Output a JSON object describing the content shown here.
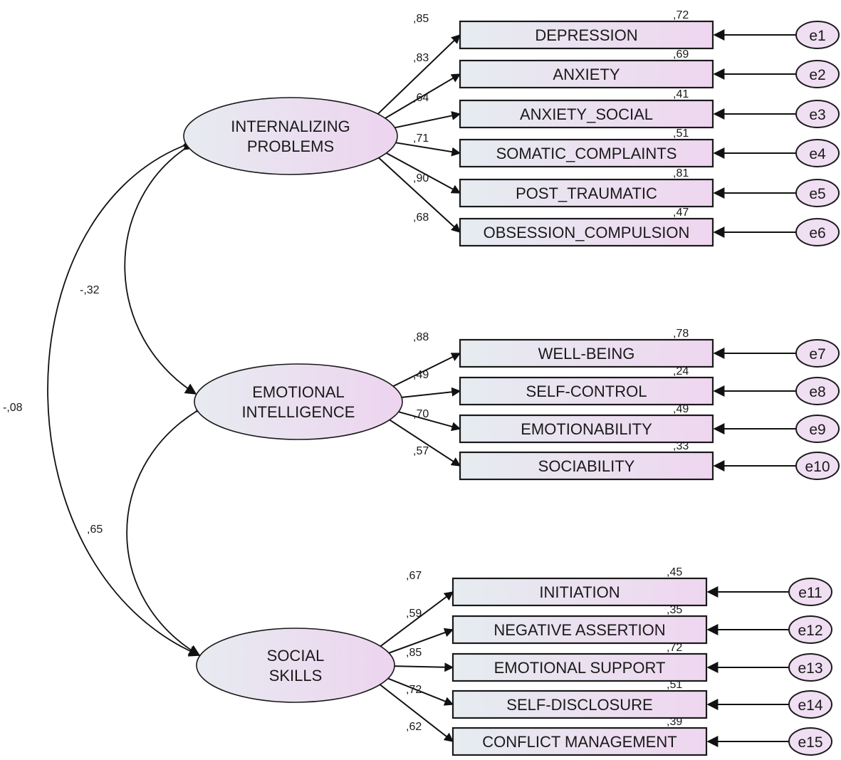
{
  "diagram": {
    "latents": [
      {
        "id": "internalizing",
        "lines": [
          "INTERNALIZING",
          "PROBLEMS"
        ]
      },
      {
        "id": "emotional",
        "lines": [
          "EMOTIONAL",
          "INTELLIGENCE"
        ]
      },
      {
        "id": "social",
        "lines": [
          "SOCIAL",
          "SKILLS"
        ]
      }
    ],
    "indicators": [
      {
        "label": "DEPRESSION",
        "latent": "internalizing",
        "loading": ",85",
        "r2": ",72",
        "error": "e1"
      },
      {
        "label": "ANXIETY",
        "latent": "internalizing",
        "loading": ",83",
        "r2": ",69",
        "error": "e2"
      },
      {
        "label": "ANXIETY_SOCIAL",
        "latent": "internalizing",
        "loading": ",64",
        "r2": ",41",
        "error": "e3"
      },
      {
        "label": "SOMATIC_COMPLAINTS",
        "latent": "internalizing",
        "loading": ",71",
        "r2": ",51",
        "error": "e4"
      },
      {
        "label": "POST_TRAUMATIC",
        "latent": "internalizing",
        "loading": ",90",
        "r2": ",81",
        "error": "e5"
      },
      {
        "label": "OBSESSION_COMPULSION",
        "latent": "internalizing",
        "loading": ",68",
        "r2": ",47",
        "error": "e6"
      },
      {
        "label": "WELL-BEING",
        "latent": "emotional",
        "loading": ",88",
        "r2": ",78",
        "error": "e7"
      },
      {
        "label": "SELF-CONTROL",
        "latent": "emotional",
        "loading": ",49",
        "r2": ",24",
        "error": "e8"
      },
      {
        "label": "EMOTIONABILITY",
        "latent": "emotional",
        "loading": ",70",
        "r2": ",49",
        "error": "e9"
      },
      {
        "label": "SOCIABILITY",
        "latent": "emotional",
        "loading": ",57",
        "r2": ",33",
        "error": "e10"
      },
      {
        "label": "INITIATION",
        "latent": "social",
        "loading": ",67",
        "r2": ",45",
        "error": "e11"
      },
      {
        "label": "NEGATIVE ASSERTION",
        "latent": "social",
        "loading": ",59",
        "r2": ",35",
        "error": "e12"
      },
      {
        "label": "EMOTIONAL SUPPORT",
        "latent": "social",
        "loading": ",85",
        "r2": ",72",
        "error": "e13"
      },
      {
        "label": "SELF-DISCLOSURE",
        "latent": "social",
        "loading": ",72",
        "r2": ",51",
        "error": "e14"
      },
      {
        "label": "CONFLICT MANAGEMENT",
        "latent": "social",
        "loading": ",62",
        "r2": ",39",
        "error": "e15"
      }
    ],
    "correlations": [
      {
        "from": "internalizing",
        "to": "emotional",
        "value": "-,32"
      },
      {
        "from": "internalizing",
        "to": "social",
        "value": "-,08"
      },
      {
        "from": "emotional",
        "to": "social",
        "value": ",65"
      }
    ],
    "colors": {
      "fill_start": "#e6ecf0",
      "fill_end": "#efd6f0",
      "error_fill": "#f0def2",
      "stroke": "#1a1a1a"
    }
  }
}
